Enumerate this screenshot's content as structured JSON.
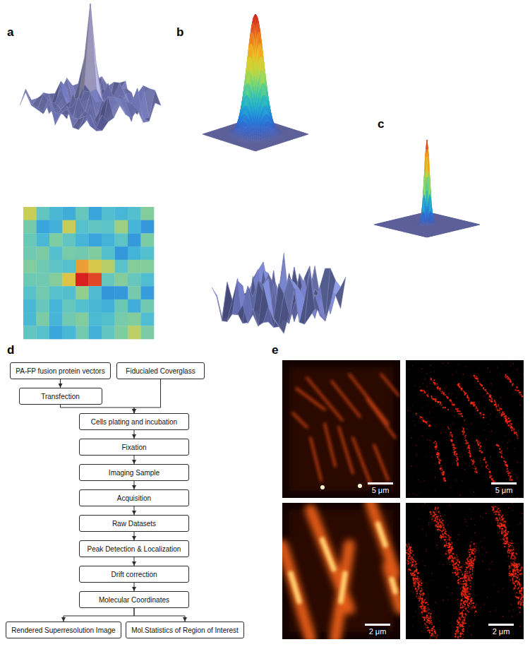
{
  "diagram": {
    "nodes": [
      {
        "text": [
          "PA-FP fusion protein vectors"
        ]
      },
      {
        "text": [
          "Fiducialed Coverglass"
        ]
      },
      {
        "text": [
          "Transfection"
        ]
      },
      {
        "text": [
          "Cells plating and incubation"
        ]
      },
      {
        "text": [
          "Fixation"
        ]
      },
      {
        "text": [
          "Imaging Sample"
        ]
      },
      {
        "text": [
          "Acquisition"
        ]
      },
      {
        "text": [
          "Raw Datasets"
        ]
      },
      {
        "text": [
          "Peak Detection & Localization"
        ]
      },
      {
        "text": [
          "Drift correction"
        ]
      },
      {
        "text": [
          "Molecular Coordinates"
        ]
      },
      {
        "text": [
          "Rendered Superresolution Image"
        ]
      },
      {
        "text": [
          "Mol.Statistics of Region of Interest"
        ]
      }
    ],
    "edges": [
      {
        "from": 0,
        "to": 2,
        "arrow": "to"
      },
      {
        "from": 1,
        "to": 3,
        "arrow": "to"
      },
      {
        "from": 2,
        "to": 3,
        "arrow": "to"
      },
      {
        "from": 3,
        "to": 4,
        "arrow": "to"
      },
      {
        "from": 4,
        "to": 5,
        "arrow": "to"
      },
      {
        "from": 5,
        "to": 6,
        "arrow": "to"
      },
      {
        "from": 6,
        "to": 7,
        "arrow": "to"
      },
      {
        "from": 7,
        "to": 8,
        "arrow": "to"
      },
      {
        "from": 8,
        "to": 9,
        "arrow": "to"
      },
      {
        "from": 9,
        "to": 10,
        "arrow": "to"
      },
      {
        "from": 10,
        "to": 11,
        "arrow": "to"
      },
      {
        "from": 10,
        "to": 12,
        "arrow": "to"
      }
    ],
    "labels": [
      "a",
      "b",
      "c",
      "d",
      "e",
      "5 μm",
      "5 μm",
      "2 μm",
      "2 μm"
    ]
  }
}
